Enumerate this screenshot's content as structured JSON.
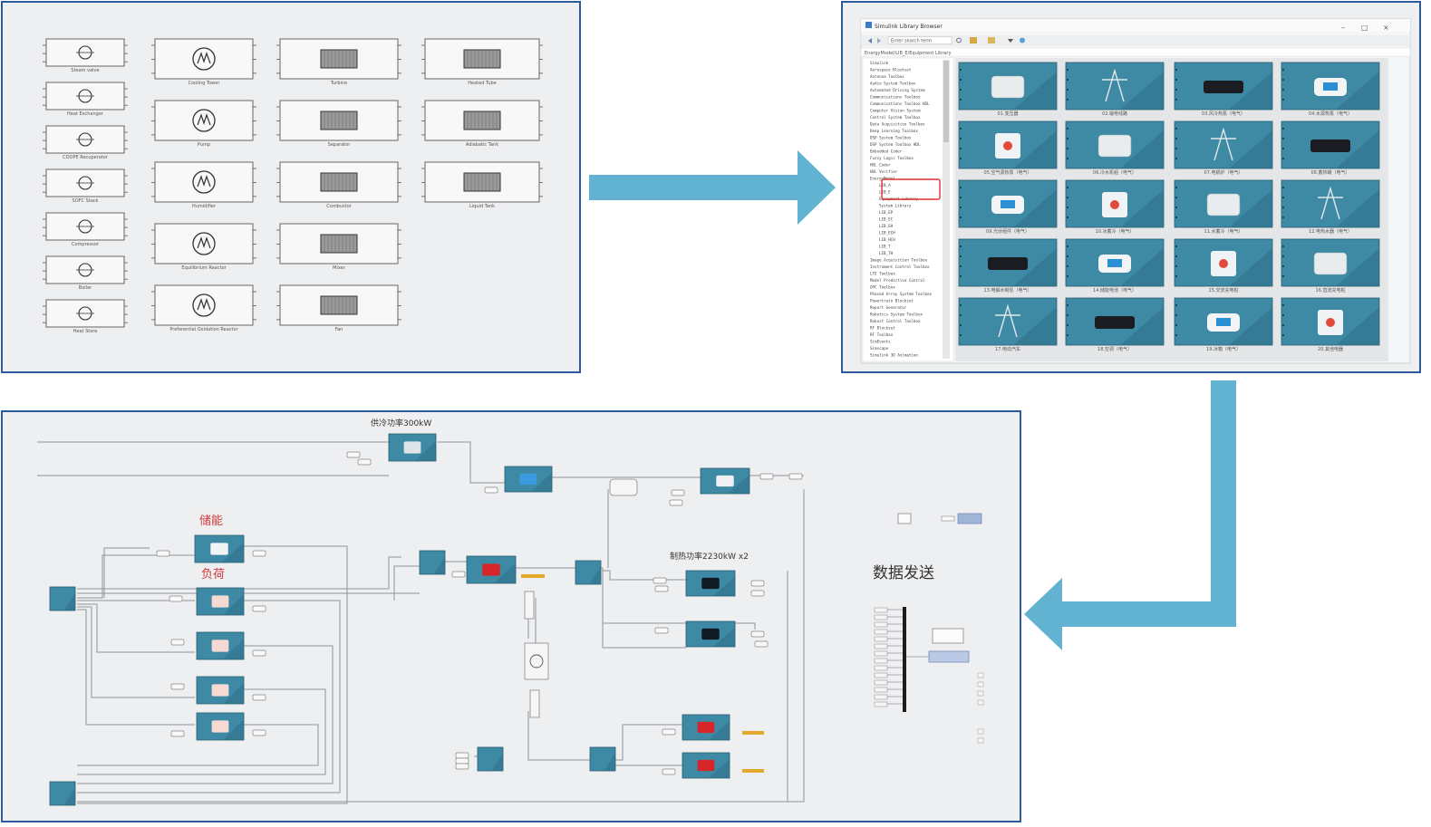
{
  "panel_a": {
    "blocks": [
      {
        "label": "Steam valve",
        "icon": "valve-icon"
      },
      {
        "label": "Heat Exchanger",
        "icon": "heat-exchanger-icon"
      },
      {
        "label": "COOPE Recuperator",
        "icon": "recuperator-icon"
      },
      {
        "label": "SOFC Stack",
        "icon": "stack-icon"
      },
      {
        "label": "Compressor",
        "icon": "compressor-icon"
      },
      {
        "label": "Boiler",
        "icon": "boiler-icon"
      },
      {
        "label": "Heat Store",
        "icon": "heat-store-icon"
      },
      {
        "label": "Cooling Tower",
        "icon": "tower-icon"
      },
      {
        "label": "Pump",
        "icon": "pump-icon"
      },
      {
        "label": "Humidifier",
        "icon": "humidifier-icon"
      },
      {
        "label": "Equilibrium Reactor",
        "icon": "reactor-icon"
      },
      {
        "label": "Preferential Oxidation Reactor",
        "icon": "oxidation-reactor-icon"
      },
      {
        "label": "Turbine",
        "icon": "turbine-icon"
      },
      {
        "label": "Separator",
        "icon": "separator-icon"
      },
      {
        "label": "Combustor",
        "icon": "combustor-icon"
      },
      {
        "label": "Mixer",
        "icon": "mixer-icon"
      },
      {
        "label": "Fan",
        "icon": "fan-icon"
      },
      {
        "label": "Heated Tube",
        "icon": "heated-tube-icon"
      },
      {
        "label": "Adiabatic Tank",
        "icon": "tank-icon"
      },
      {
        "label": "Liquid Tank",
        "icon": "liquid-tank-icon"
      }
    ]
  },
  "panel_b": {
    "window_title": "Simulink Library Browser",
    "search_placeholder": "Enter search term",
    "breadcrumb": "EnergyModel/LIB_E/Equipment Library",
    "window_controls": {
      "minimize": "–",
      "maximize": "□",
      "close": "×"
    },
    "tree_items": [
      "Simulink",
      "Aerospace Blockset",
      "Antenna Toolbox",
      "Audio System Toolbox",
      "Automated Driving System",
      "Communications Toolbox",
      "Communications Toolbox HDL",
      "Computer Vision System",
      "Control System Toolbox",
      "Data Acquisition Toolbox",
      "Deep Learning Toolbox",
      "DSP System Toolbox",
      "DSP System Toolbox HDL",
      "Embedded Coder",
      "Fuzzy Logic Toolbox",
      "HDL Coder",
      "HDL Verifier",
      "EnergyModel",
      "LIB_A",
      "LIB_E",
      "Equipment Library",
      "System Library",
      "LIB_EP",
      "LIB_EC",
      "LIB_EH",
      "LIB_ECH",
      "LIB_HCH",
      "LIB_T",
      "LIB_TH",
      "Image Acquisition Toolbox",
      "Instrument Control Toolbox",
      "LTE Toolbox",
      "Model Predictive Control",
      "OPC Toolbox",
      "Phased Array System Toolbox",
      "Powertrain Blockset",
      "Report Generator",
      "Robotics System Toolbox",
      "Robust Control Toolbox",
      "RF Blockset",
      "RF Toolbox",
      "SimEvents",
      "Simscape",
      "Simulink 3D Animation"
    ],
    "highlighted_items": [
      "Equipment Library",
      "System Library"
    ],
    "tiles": [
      {
        "caption": "01.变压器",
        "icon": "transformer-icon"
      },
      {
        "caption": "02.输电线路",
        "icon": "power-tower-icon"
      },
      {
        "caption": "03.风冷热泵（电气）",
        "icon": "heat-pump-icon"
      },
      {
        "caption": "04.水源热泵（电气）",
        "icon": "water-heat-pump-icon"
      },
      {
        "caption": "05.空气源热泵（电气）",
        "icon": "air-heat-pump-icon"
      },
      {
        "caption": "06.冷水机组（电气）",
        "icon": "chiller-icon"
      },
      {
        "caption": "07.电锅炉（电气）",
        "icon": "electric-boiler-icon"
      },
      {
        "caption": "08.蓄热罐（电气）",
        "icon": "heat-storage-tank-icon"
      },
      {
        "caption": "09.光伏组件（电气）",
        "icon": "solar-panel-icon"
      },
      {
        "caption": "10.冰蓄冷（电气）",
        "icon": "ice-storage-icon"
      },
      {
        "caption": "11.水蓄冷（电气）",
        "icon": "water-storage-icon"
      },
      {
        "caption": "12.电热水器（电气）",
        "icon": "water-heater-icon"
      },
      {
        "caption": "13.电解水制氢（电气）",
        "icon": "electrolyzer-icon"
      },
      {
        "caption": "14.储能电池（电气）",
        "icon": "battery-container-icon"
      },
      {
        "caption": "15.交流充电桩",
        "icon": "ac-charger-icon"
      },
      {
        "caption": "16.直流充电桩",
        "icon": "dc-charger-icon"
      },
      {
        "caption": "17.电动汽车",
        "icon": "electric-car-icon"
      },
      {
        "caption": "18.空调（电气）",
        "icon": "air-conditioner-icon"
      },
      {
        "caption": "19.冰箱（电气）",
        "icon": "fridge-icon"
      },
      {
        "caption": "20.其他电器",
        "icon": "appliance-icon"
      }
    ]
  },
  "panel_c": {
    "label_top": "供冷功率300kW",
    "label_storage": "储能",
    "label_load": "负荷",
    "label_cooling": "制热功率2230kW x2",
    "label_data_send": "数据发送"
  },
  "colors": {
    "panel_border": "#2d5a9c",
    "panel_bg": "#eeeff1",
    "arrow": "#62b3d2",
    "tile": "#3e8aa5",
    "tile_dark": "#2e6f88",
    "label_red": "#d23b3b",
    "selection_red": "#e03030"
  }
}
